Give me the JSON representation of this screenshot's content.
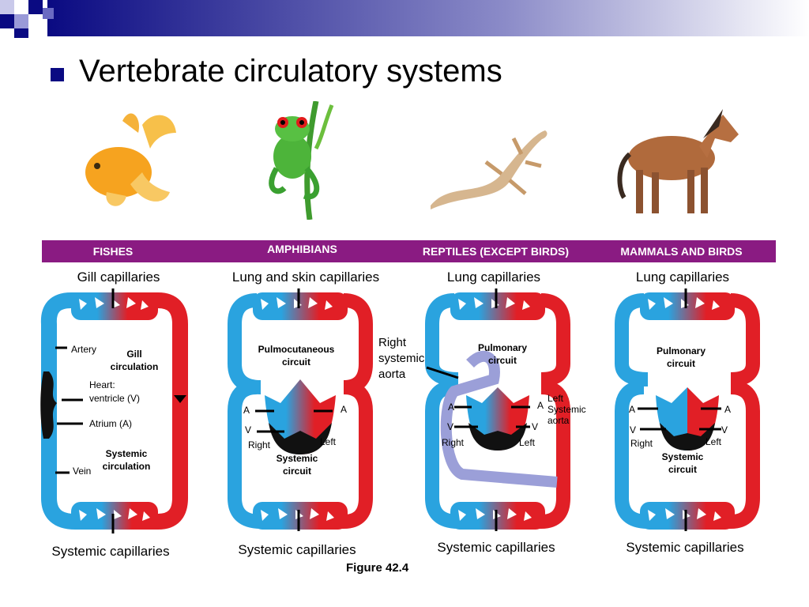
{
  "slide": {
    "title": "Vertebrate circulatory systems",
    "figure_caption": "Figure 42.4",
    "colors": {
      "bar": "#8a1b82",
      "oxygenated": "#e11f26",
      "deoxygenated": "#2aa3df",
      "mixed": "#9b9fd8",
      "heart": "#111111",
      "bullet": "#0a0a82"
    }
  },
  "categories": [
    "FISHES",
    "AMPHIBIANS",
    "REPTILES (EXCEPT BIRDS)",
    "MAMMALS AND BIRDS"
  ],
  "fish": {
    "top": "Gill capillaries",
    "bottom": "Systemic capillaries",
    "artery": "Artery",
    "gill_circ_1": "Gill",
    "gill_circ_2": "circulation",
    "heart_1": "Heart:",
    "heart_2": "ventricle (V)",
    "atrium": "Atrium (A)",
    "sys_circ_1": "Systemic",
    "sys_circ_2": "circulation",
    "vein": "Vein"
  },
  "amphibian": {
    "top": "Lung and skin capillaries",
    "bottom": "Systemic capillaries",
    "circuit_1": "Pulmocutaneous",
    "circuit_2": "circuit",
    "a_left": "A",
    "a_right": "A",
    "v": "V",
    "right": "Right",
    "left": "Left",
    "sys_1": "Systemic",
    "sys_2": "circuit"
  },
  "reptile": {
    "top": "Lung capillaries",
    "bottom": "Systemic capillaries",
    "rsa_1": "Right",
    "rsa_2": "systemic",
    "rsa_3": "aorta",
    "circuit_1": "Pulmonary",
    "circuit_2": "circuit",
    "a_left": "A",
    "a_right": "A",
    "v_left": "V",
    "v_right": "V",
    "right": "Right",
    "left": "Left",
    "lsa_1": "Left",
    "lsa_2": "Systemic",
    "lsa_3": "aorta"
  },
  "mammal": {
    "top": "Lung capillaries",
    "bottom": "Systemic capillaries",
    "circuit_1": "Pulmonary",
    "circuit_2": "circuit",
    "a_left": "A",
    "a_right": "A",
    "v_left": "V",
    "v_right": "V",
    "right": "Right",
    "left": "Left",
    "sys_1": "Systemic",
    "sys_2": "circuit"
  }
}
